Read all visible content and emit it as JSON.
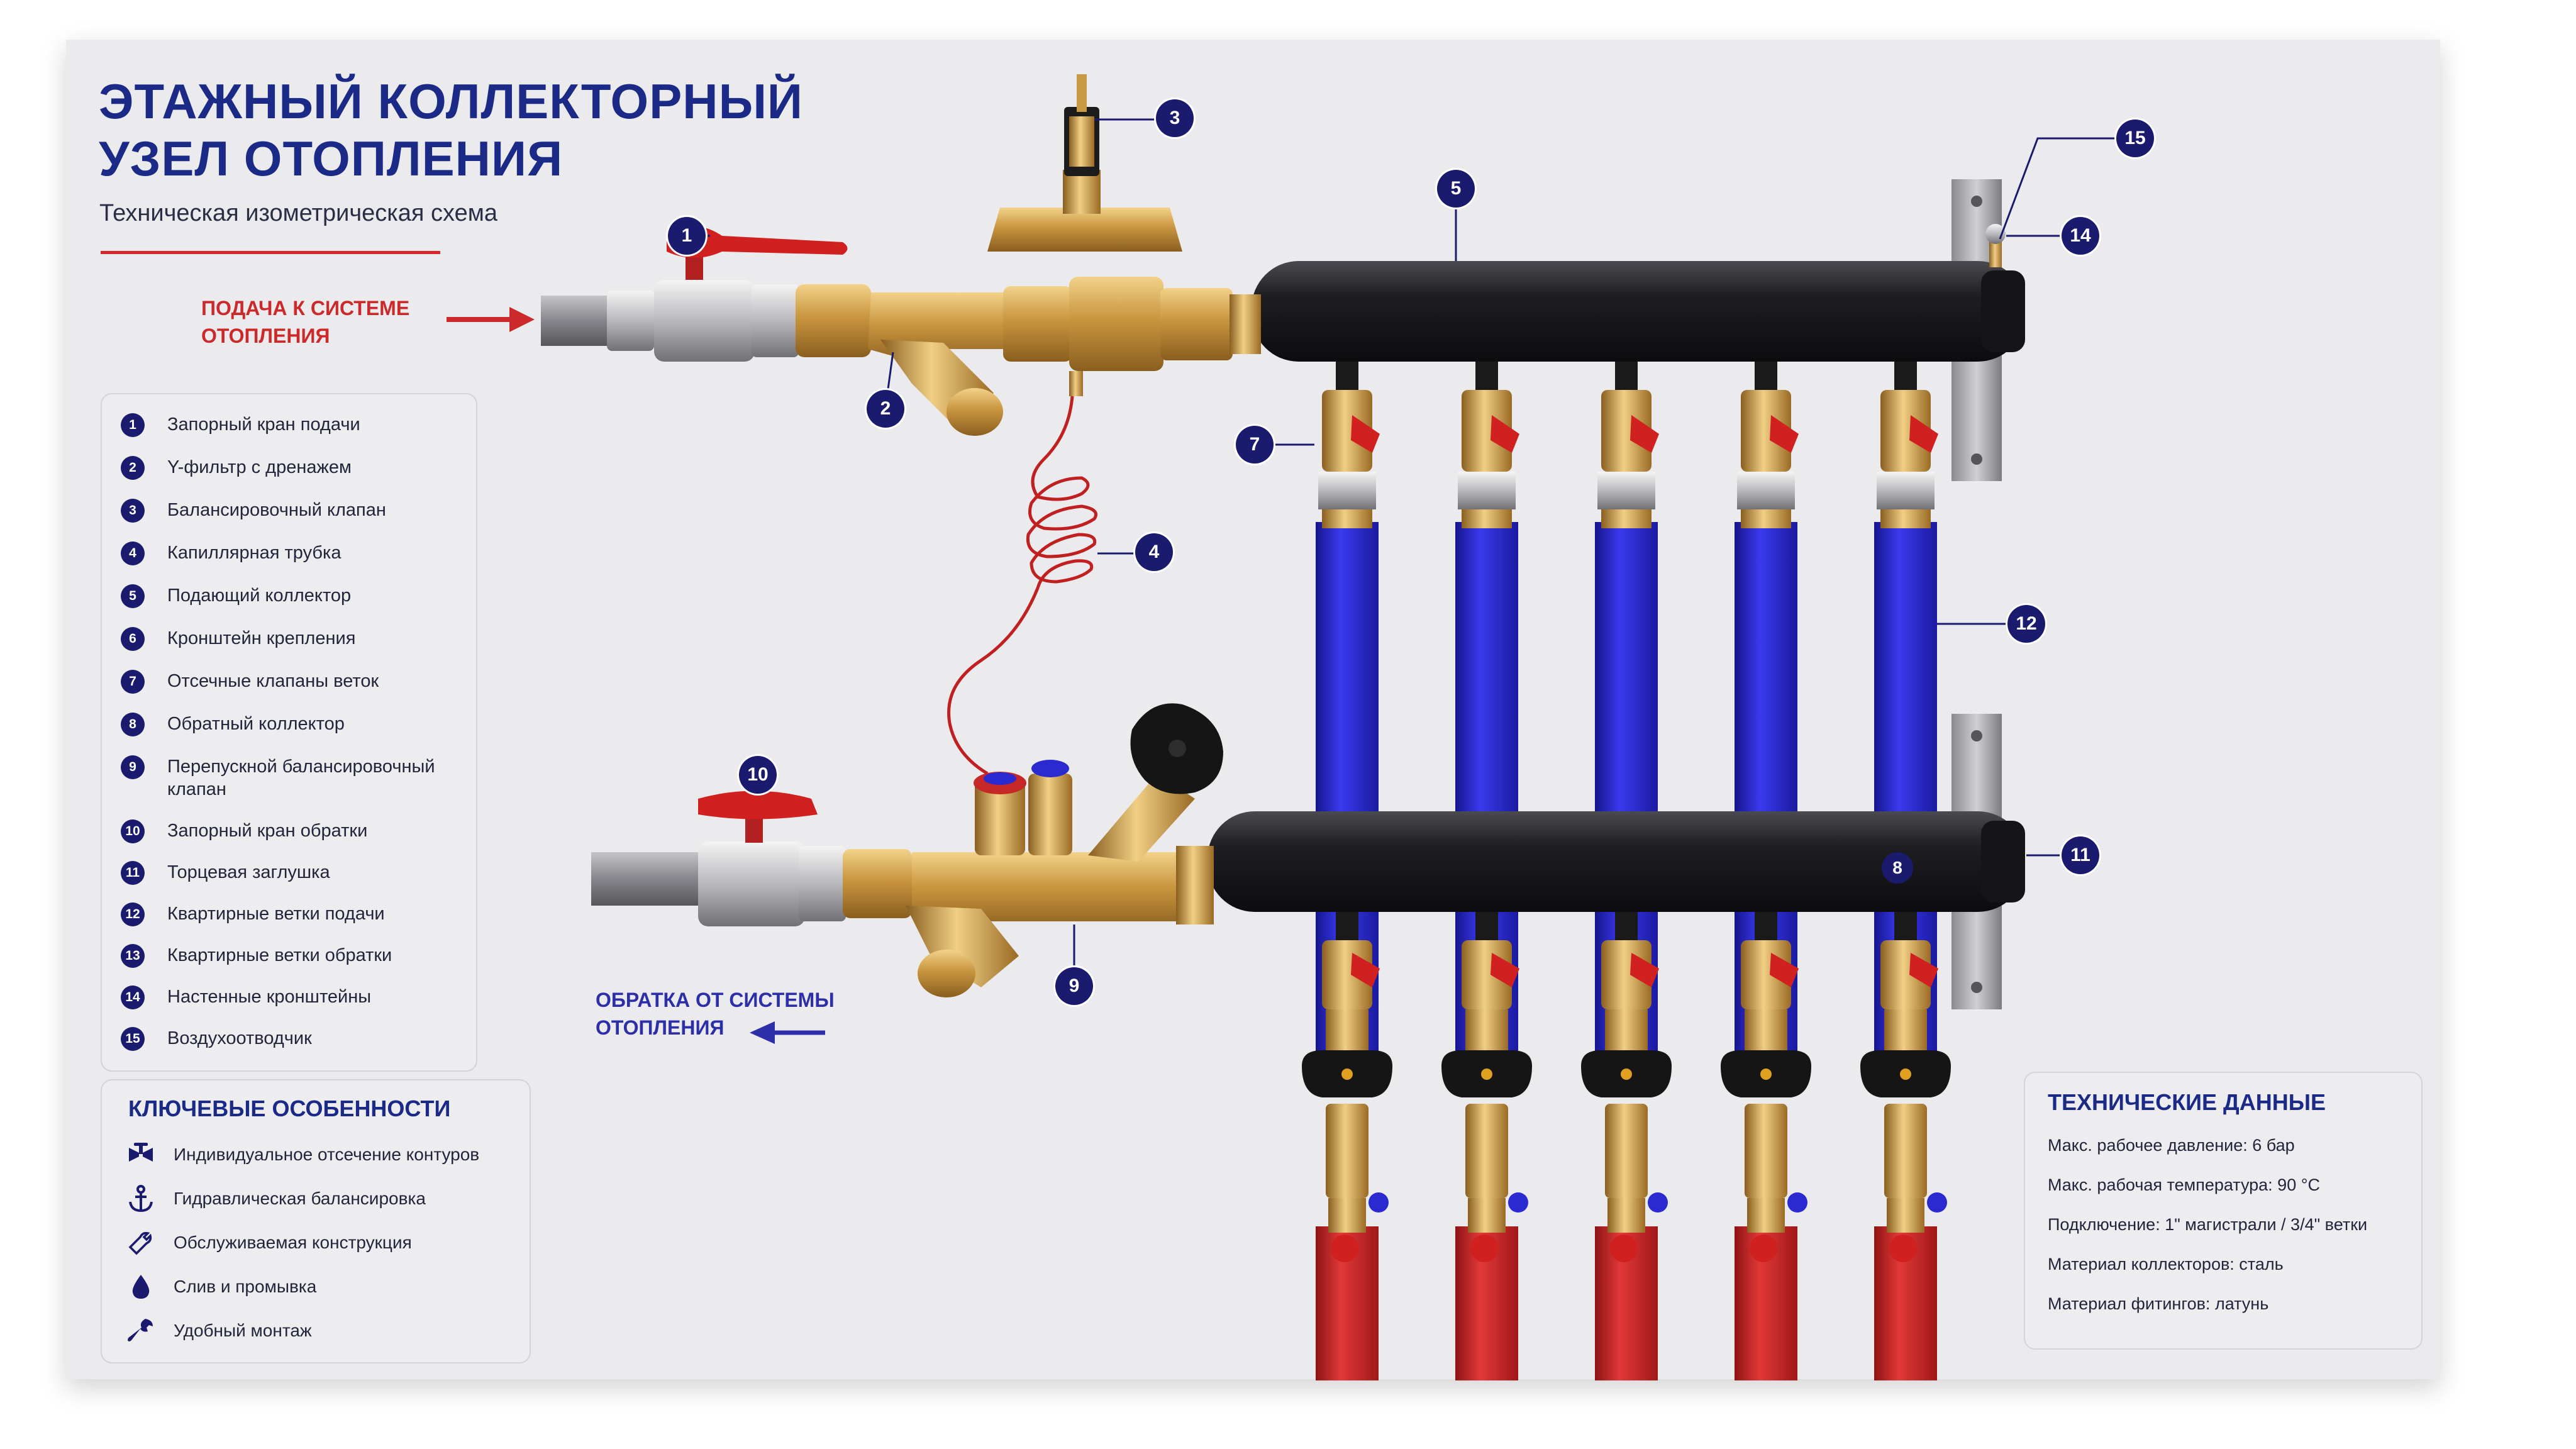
{
  "title": {
    "line1": "ЭТАЖНЫЙ КОЛЛЕКТОРНЫЙ",
    "line2": "УЗЕЛ ОТОПЛЕНИЯ",
    "subtitle": "Техническая изометрическая схема"
  },
  "flow_labels": {
    "supply": [
      "ПОДАЧА К СИСТЕМЕ",
      "ОТОПЛЕНИЯ"
    ],
    "return": [
      "ОБРАТКА ОТ СИСТЕМЫ",
      "ОТОПЛЕНИЯ"
    ]
  },
  "legend": [
    {
      "num": "1",
      "text": "Запорный кран подачи"
    },
    {
      "num": "2",
      "text": "Y-фильтр с дренажем"
    },
    {
      "num": "3",
      "text": "Балансировочный клапан"
    },
    {
      "num": "4",
      "text": "Капиллярная трубка"
    },
    {
      "num": "5",
      "text": "Подающий коллектор"
    },
    {
      "num": "6",
      "text": "Кронштейн крепления"
    },
    {
      "num": "7",
      "text": "Отсечные клапаны веток"
    },
    {
      "num": "8",
      "text": "Обратный коллектор"
    },
    {
      "num": "9",
      "text": "Перепускной балансировочный клапан"
    },
    {
      "num": "10",
      "text": "Запорный кран обратки"
    },
    {
      "num": "11",
      "text": "Торцевая заглушка"
    },
    {
      "num": "12",
      "text": "Квартирные ветки подачи"
    },
    {
      "num": "13",
      "text": "Квартирные ветки обратки"
    },
    {
      "num": "14",
      "text": "Настенные кронштейны"
    },
    {
      "num": "15",
      "text": "Воздухоотводчик"
    }
  ],
  "features": {
    "heading": "КЛЮЧЕВЫЕ ОСОБЕННОСТИ",
    "items": [
      {
        "icon": "valve-icon",
        "text": "Индивидуальное отсечение контуров"
      },
      {
        "icon": "anchor-icon",
        "text": "Гидравлическая балансировка"
      },
      {
        "icon": "service-icon",
        "text": "Обслуживаемая конструкция"
      },
      {
        "icon": "drop-icon",
        "text": "Слив и промывка"
      },
      {
        "icon": "wrench-icon",
        "text": "Удобный монтаж"
      }
    ]
  },
  "specs": {
    "heading": "ТЕХНИЧЕСКИЕ ДАННЫЕ",
    "items": [
      "Макс. рабочее давление: 6 бар",
      "Макс. рабочая температура: 90 °C",
      "Подключение: 1\" магистрали / 3/4\" ветки",
      "Материал коллекторов: сталь",
      "Материал фитингов: латунь"
    ]
  },
  "callouts": [
    "1",
    "2",
    "3",
    "4",
    "5",
    "7",
    "8",
    "9",
    "10",
    "11",
    "12",
    "14",
    "15"
  ],
  "colors": {
    "title": "#1b2a86",
    "accent_red": "#d8262e",
    "marker": "#1a1a6e",
    "supply_pipe": "#2a2ad0",
    "return_pipe": "#d42a2a",
    "manifold": "#1c1c1f",
    "brass": "#c99a45"
  }
}
